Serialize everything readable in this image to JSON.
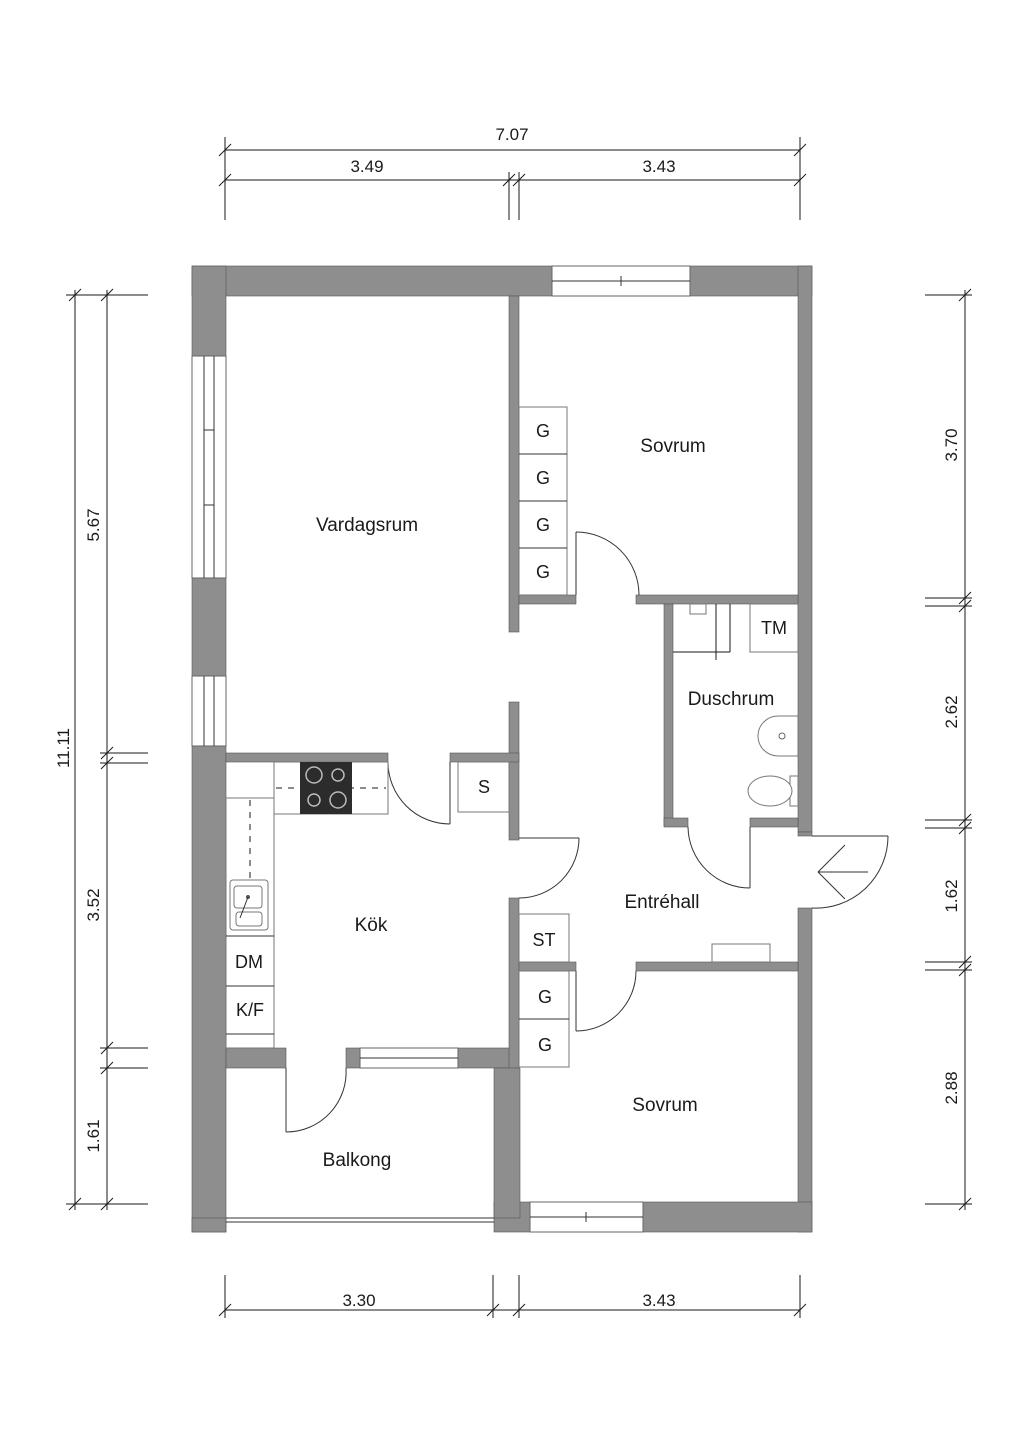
{
  "rooms": {
    "vardagsrum": "Vardagsrum",
    "sovrum_top": "Sovrum",
    "duschrum": "Duschrum",
    "kok": "Kök",
    "entrehall": "Entréhall",
    "sovrum_bottom": "Sovrum",
    "balkong": "Balkong"
  },
  "fixtures": {
    "g": "G",
    "tm": "TM",
    "s": "S",
    "st": "ST",
    "dm": "DM",
    "kf": "K/F"
  },
  "dimensions": {
    "top_total": "7.07",
    "top_left": "3.49",
    "top_right": "3.43",
    "bottom_left": "3.30",
    "bottom_right": "3.43",
    "left_total": "11.11",
    "left_upper": "5.67",
    "left_middle": "3.52",
    "left_lower": "1.61",
    "right_1": "3.70",
    "right_2": "2.62",
    "right_3": "1.62",
    "right_4": "2.88"
  }
}
